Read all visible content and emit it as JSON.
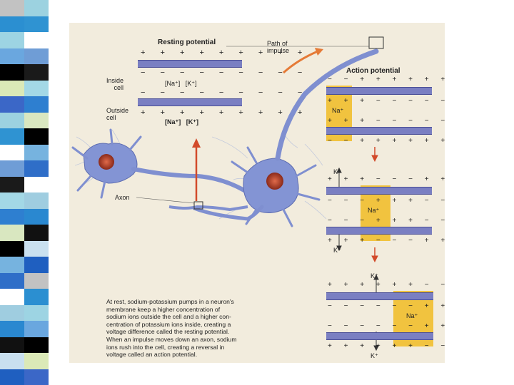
{
  "colors": {
    "panel_bg": "#f2ecdd",
    "membrane": "#7a7fc2",
    "sodium_zone": "#f1c33f",
    "arrow_red": "#d24a2a",
    "neuron": "#7f8fd0"
  },
  "stripes": [
    "#c2c2c2",
    "#2b8fd1",
    "#9dd4e3",
    "#6aa7df",
    "#000000",
    "#dbe9b7",
    "#3b67c7",
    "#9cd2e0",
    "#2f93d2",
    "#ffffff",
    "#6f9dd6",
    "#1a1a1a",
    "#a3d8e6",
    "#2e7fd0",
    "#d9e7c0",
    "#000000",
    "#76b3df",
    "#2f6ec8",
    "#ffffff",
    "#9fcde0",
    "#2a88d0",
    "#111111",
    "#c9e0ef",
    "#1f5fc0"
  ],
  "resting": {
    "title": "Resting potential",
    "inside_label": "Inside\ncell",
    "outside_label": "Outside\ncell",
    "top_charges": "+ + + + + + + + +",
    "inner_charges_1": "− − − − − − − − −",
    "inner_charges_2": "− − − − − − − − −",
    "bottom_charges": "+ + + + + + + + +",
    "inside_ions": "[Na⁺]   [K⁺]",
    "outside_ions": "[Na⁺]   [K⁺]"
  },
  "path_label": "Path of\nimpulse",
  "action": {
    "title": "Action potential",
    "na": "Na⁺",
    "k": "K⁺"
  },
  "axon_label": "Axon",
  "caption_lines": [
    "At rest, sodium-potassium pumps in a neuron's",
    "membrane keep a higher concentration of",
    "sodium ions outside the cell and a higher con-",
    "centration of potassium ions inside, creating a",
    "voltage difference called the resting potential.",
    "When an impulse moves down an axon, sodium",
    "ions rush into the cell, creating a reversal in",
    "voltage called an action potential."
  ]
}
